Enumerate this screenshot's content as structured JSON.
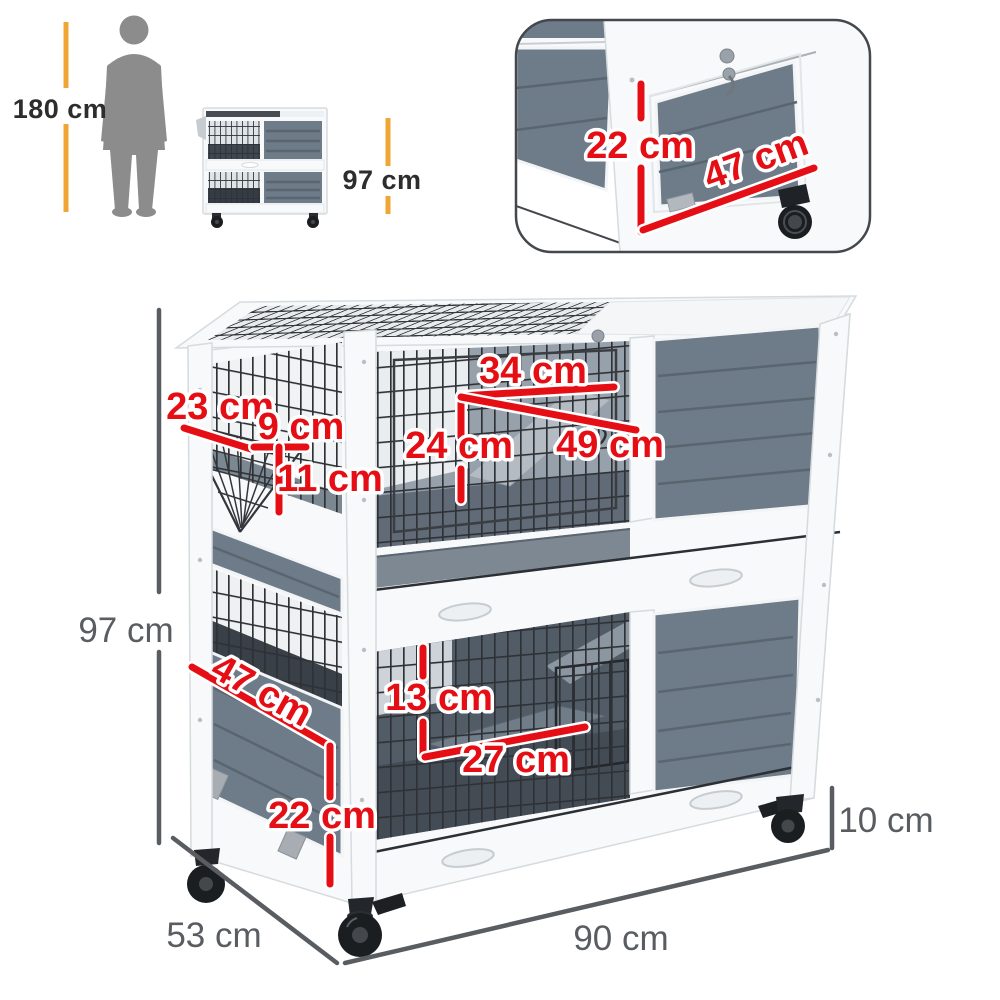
{
  "colors": {
    "accent_red": "#E60E15",
    "accent_yellow": "#EFA634",
    "dim_gray": "#595D61",
    "text_dark": "#2D2D2D",
    "panel_gray": "#6E7B89",
    "panel_gray_dark": "#59656F",
    "frame_white": "#F7F9FA",
    "frame_edge": "#D6DBDE",
    "mesh_dark": "#2E3135",
    "wheel_black": "#1B1E21",
    "silhouette_gray": "#8C8C8C"
  },
  "scale_reference": {
    "human_height": "180 cm",
    "product_height": "97 cm"
  },
  "inset": {
    "door_height": "22 cm",
    "door_width": "47 cm"
  },
  "dimensions": {
    "hay_rack_depth": "23 cm",
    "hay_rack_opening": "9 cm",
    "hay_rack_height": "11 cm",
    "ramp_top_length": "34 cm",
    "ramp_height": "24 cm",
    "ramp_length": "49 cm",
    "platform_height": "13 cm",
    "platform_width": "27 cm",
    "side_door_width": "47 cm",
    "side_panel_height": "22 cm",
    "overall_height": "97 cm",
    "overall_depth": "53 cm",
    "overall_width": "90 cm",
    "wheel_height": "10 cm"
  }
}
